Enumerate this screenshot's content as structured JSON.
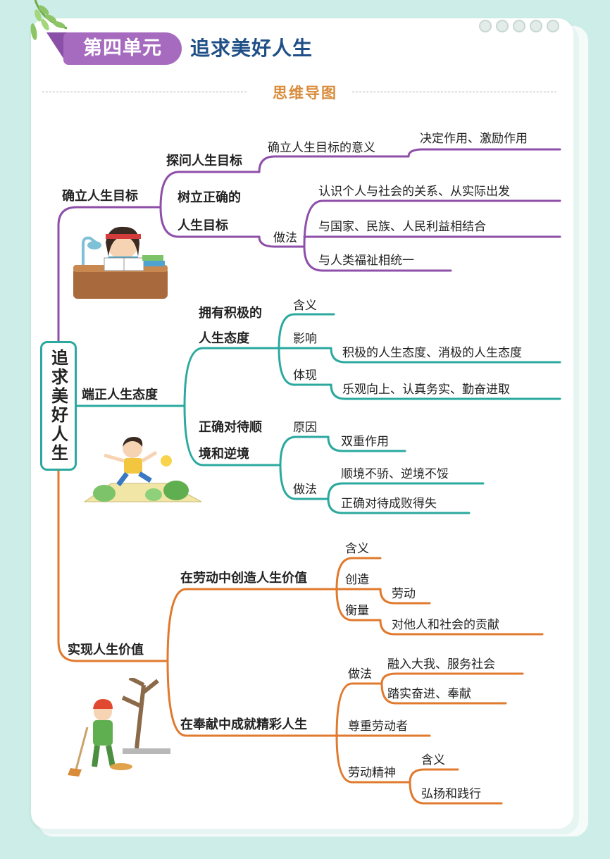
{
  "header": {
    "unit_label": "第四单元",
    "unit_title": "追求美好人生",
    "section_title": "思维导图"
  },
  "colors": {
    "background": "#cdeee8",
    "badge": "#a66bbf",
    "title": "#1f4f86",
    "section": "#d98b3a",
    "branch1": "#8e4fa8",
    "branch2": "#2ba99f",
    "branch3": "#e07a2e"
  },
  "mindmap": {
    "center": "追求美好人生",
    "b1": {
      "label": "确立人生目标",
      "c1": {
        "label": "探问人生目标",
        "g1": {
          "label": "确立人生目标的意义",
          "h1": "决定作用、激励作用"
        }
      },
      "c2": {
        "label1": "树立正确的",
        "label2": "人生目标",
        "g1": {
          "label": "做法",
          "h1": "认识个人与社会的关系、从实际出发",
          "h2": "与国家、民族、人民利益相结合",
          "h3": "与人类福祉相统一"
        }
      }
    },
    "b2": {
      "label": "端正人生态度",
      "c1": {
        "label1": "拥有积极的",
        "label2": "人生态度",
        "g1": "含义",
        "g2": {
          "label": "影响",
          "h1": "积极的人生态度、消极的人生态度"
        },
        "g3": {
          "label": "体现",
          "h1": "乐观向上、认真务实、勤奋进取"
        }
      },
      "c2": {
        "label1": "正确对待顺",
        "label2": "境和逆境",
        "g1": {
          "label": "原因",
          "h1": "双重作用"
        },
        "g2": {
          "label": "做法",
          "h1": "顺境不骄、逆境不馁",
          "h2": "正确对待成败得失"
        }
      }
    },
    "b3": {
      "label": "实现人生价值",
      "c1": {
        "label": "在劳动中创造人生价值",
        "g1": "含义",
        "g2": {
          "label": "创造",
          "h1": "劳动"
        },
        "g3": {
          "label": "衡量",
          "h1": "对他人和社会的贡献"
        }
      },
      "c2": {
        "label": "在奉献中成就精彩人生",
        "g1": {
          "label": "做法",
          "h1": "融入大我、服务社会",
          "h2": "踏实奋进、奉献"
        },
        "g2": "尊重劳动者",
        "g3": {
          "label": "劳动精神",
          "h1": "含义",
          "h2": "弘扬和践行"
        }
      }
    }
  }
}
